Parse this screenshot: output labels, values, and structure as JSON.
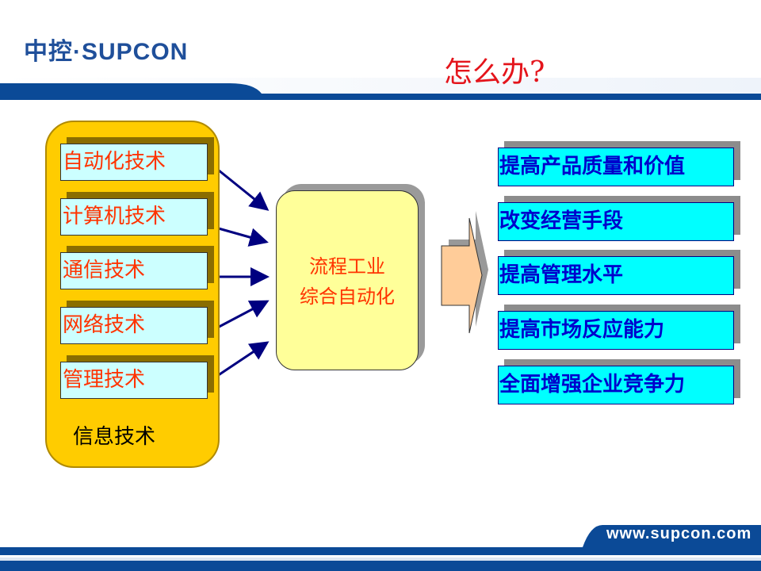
{
  "header": {
    "logo": "中控·SUPCON",
    "title": "怎么办?"
  },
  "left": {
    "items": [
      "自动化技术",
      "计算机技术",
      "通信技术",
      "网络技术",
      "管理技术"
    ],
    "group_label": "信息技术"
  },
  "center": {
    "line1": "流程工业",
    "line2": "综合自动化"
  },
  "right": {
    "items": [
      "提高产品质量和价值",
      "改变经营手段",
      "提高管理水平",
      "提高市场反应能力",
      "全面增强企业竞争力"
    ]
  },
  "footer": {
    "url": "www.supcon.com"
  },
  "colors": {
    "brand_blue": "#0b4a97",
    "title_red": "#e4141b",
    "left_text": "#ff3300",
    "right_text": "#0000cc"
  }
}
